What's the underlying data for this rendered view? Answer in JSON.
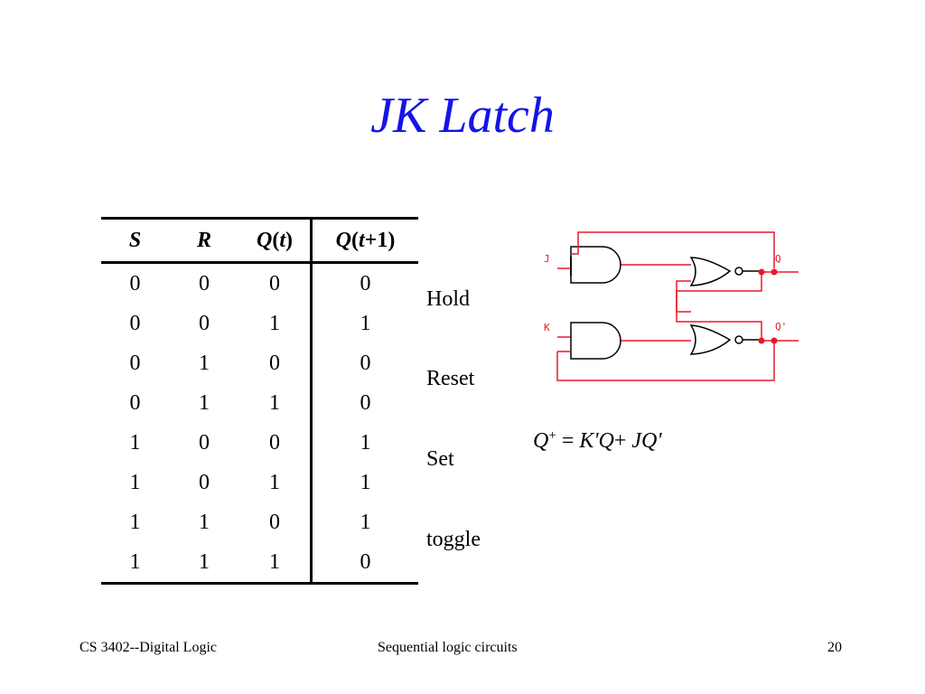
{
  "slide": {
    "title": "JK Latch"
  },
  "table": {
    "headers": [
      "S",
      "R",
      "Q",
      "t",
      "Q",
      "t",
      "+1"
    ],
    "rows": [
      [
        "0",
        "0",
        "0",
        "0"
      ],
      [
        "0",
        "0",
        "1",
        "1"
      ],
      [
        "0",
        "1",
        "0",
        "0"
      ],
      [
        "0",
        "1",
        "1",
        "0"
      ],
      [
        "1",
        "0",
        "0",
        "1"
      ],
      [
        "1",
        "0",
        "1",
        "1"
      ],
      [
        "1",
        "1",
        "0",
        "1"
      ],
      [
        "1",
        "1",
        "1",
        "0"
      ]
    ]
  },
  "annotations": [
    "Hold",
    "Reset",
    "Set",
    "toggle"
  ],
  "circuit": {
    "labels": {
      "j": "J",
      "k": "K",
      "q": "Q",
      "q_bar": "Q'"
    },
    "colors": {
      "wire": "#e8182a",
      "pin_label": "#e8182a",
      "gate": "#000000",
      "node": "#e8182a"
    }
  },
  "equation": {
    "q": "Q",
    "plus": "+",
    "equals": "=",
    "k_prime": "K'",
    "q2": "Q",
    "or": "+",
    "j": "J",
    "q_prime": "Q'"
  },
  "footer": {
    "left": "CS 3402--Digital Logic",
    "center": "Sequential logic circuits",
    "page": "20"
  },
  "colors": {
    "title": "#1414e6"
  }
}
